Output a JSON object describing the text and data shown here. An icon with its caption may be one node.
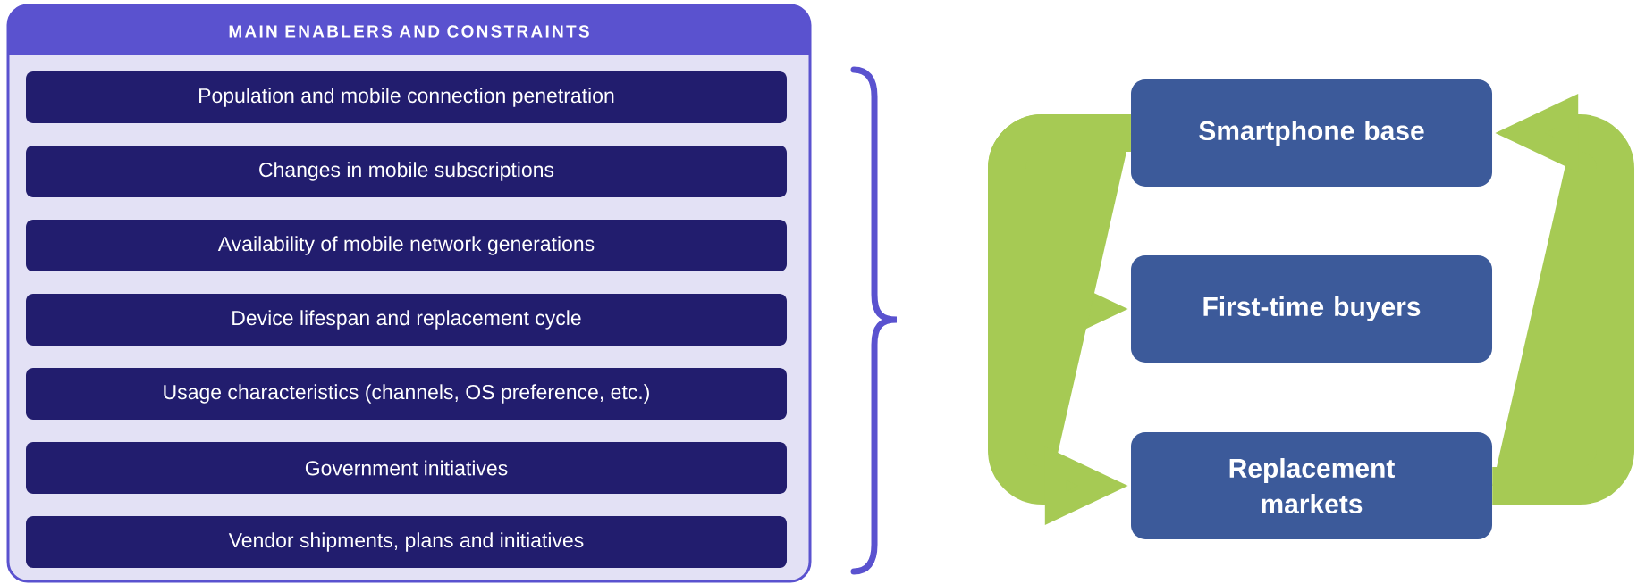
{
  "diagram": {
    "nodes": [
      {
        "text": [
          "MAIN ENABLERS AND CONSTRAINTS"
        ]
      },
      {
        "text": [
          "Population and mobile connection penetration"
        ],
        "in": 0
      },
      {
        "text": [
          "Changes in mobile subscriptions"
        ],
        "in": 0
      },
      {
        "text": [
          "Availability of mobile network generations"
        ],
        "in": 0
      },
      {
        "text": [
          "Device lifespan and replacement cycle"
        ],
        "in": 0
      },
      {
        "text": [
          "Usage characteristics (channels, OS preference, etc.)"
        ],
        "in": 0
      },
      {
        "text": [
          "Government initiatives"
        ],
        "in": 0
      },
      {
        "text": [
          "Vendor shipments, plans and initiatives"
        ],
        "in": 0
      },
      {
        "text": [
          "Smartphone base"
        ]
      },
      {
        "text": [
          "First-time buyers"
        ]
      },
      {
        "text": [
          "Replacement markets"
        ]
      }
    ],
    "edges": [
      {
        "from": 8,
        "to": 9,
        "arrow": "to"
      },
      {
        "from": 8,
        "to": 10,
        "arrow": "to"
      },
      {
        "from": 10,
        "to": 8,
        "arrow": "to"
      }
    ]
  }
}
